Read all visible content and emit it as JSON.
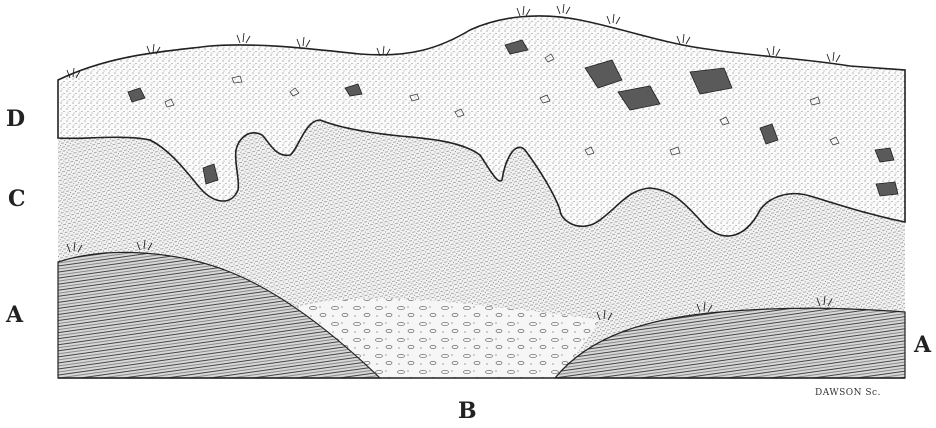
{
  "labels": {
    "left_top": "D",
    "left_mid": "C",
    "left_low": "A",
    "right_low": "A",
    "bottom": "B"
  },
  "credit": "DAWSON Sc."
}
